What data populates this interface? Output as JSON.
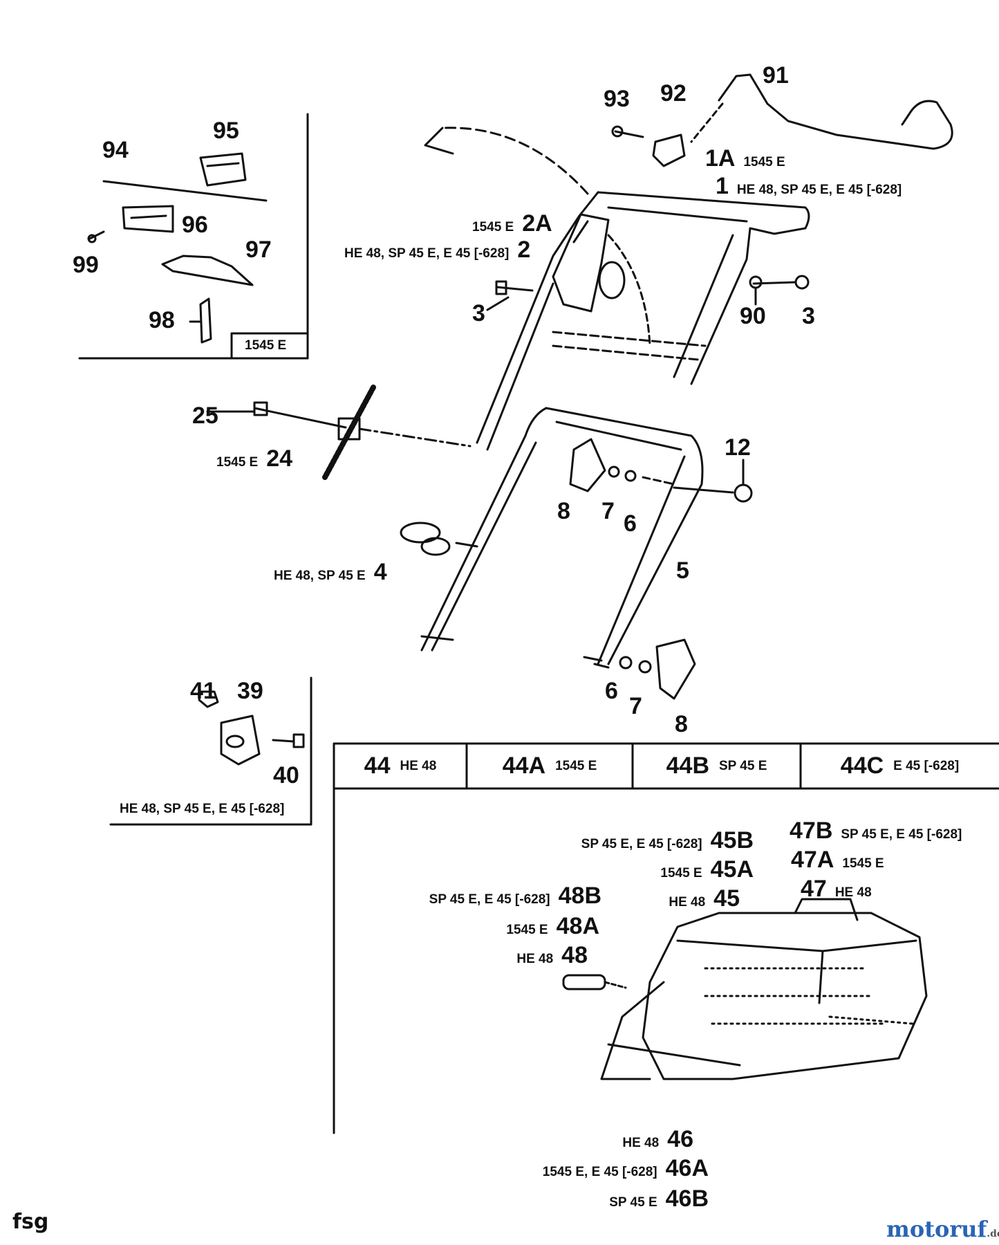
{
  "diagram": {
    "callouts": [
      {
        "id": "91",
        "num": "91"
      },
      {
        "id": "92",
        "num": "92"
      },
      {
        "id": "93",
        "num": "93"
      },
      {
        "id": "1a",
        "num": "1A",
        "variant": "1545 E"
      },
      {
        "id": "1",
        "num": "1",
        "variant": "HE 48, SP 45 E, E 45 [-628]"
      },
      {
        "id": "2a",
        "num": "2A",
        "variant": "1545 E"
      },
      {
        "id": "2",
        "num": "2",
        "variant": "HE 48, SP 45 E, E 45 [-628]"
      },
      {
        "id": "3a",
        "num": "3"
      },
      {
        "id": "3b",
        "num": "3"
      },
      {
        "id": "90",
        "num": "90"
      },
      {
        "id": "25",
        "num": "25"
      },
      {
        "id": "24",
        "num": "24",
        "variant": "1545 E"
      },
      {
        "id": "12",
        "num": "12"
      },
      {
        "id": "8a",
        "num": "8"
      },
      {
        "id": "7a",
        "num": "7"
      },
      {
        "id": "6a",
        "num": "6"
      },
      {
        "id": "4",
        "num": "4",
        "variant": "HE 48, SP 45 E"
      },
      {
        "id": "5",
        "num": "5"
      },
      {
        "id": "6b",
        "num": "6"
      },
      {
        "id": "7b",
        "num": "7"
      },
      {
        "id": "8b",
        "num": "8"
      },
      {
        "id": "94",
        "num": "94"
      },
      {
        "id": "95",
        "num": "95"
      },
      {
        "id": "96",
        "num": "96"
      },
      {
        "id": "97",
        "num": "97"
      },
      {
        "id": "98",
        "num": "98"
      },
      {
        "id": "99",
        "num": "99"
      },
      {
        "id": "41",
        "num": "41"
      },
      {
        "id": "39",
        "num": "39"
      },
      {
        "id": "40",
        "num": "40"
      },
      {
        "id": "45b",
        "num": "45B",
        "variant": "SP 45 E, E 45 [-628]"
      },
      {
        "id": "45a",
        "num": "45A",
        "variant": "1545 E"
      },
      {
        "id": "45",
        "num": "45",
        "variant": "HE 48"
      },
      {
        "id": "47b",
        "num": "47B",
        "variant": "SP 45 E, E 45 [-628]"
      },
      {
        "id": "47a",
        "num": "47A",
        "variant": "1545 E"
      },
      {
        "id": "47",
        "num": "47",
        "variant": "HE 48"
      },
      {
        "id": "48b",
        "num": "48B",
        "variant": "SP 45 E, E 45 [-628]"
      },
      {
        "id": "48a",
        "num": "48A",
        "variant": "1545 E"
      },
      {
        "id": "48",
        "num": "48",
        "variant": "HE 48"
      },
      {
        "id": "46",
        "num": "46",
        "variant": "HE 48"
      },
      {
        "id": "46a",
        "num": "46A",
        "variant": "1545 E, E 45 [-628]"
      },
      {
        "id": "46b",
        "num": "46B",
        "variant": "SP 45 E"
      }
    ],
    "inset_labels": {
      "top_left": "1545 E",
      "clamp": "HE 48, SP 45 E, E 45 [-628]"
    },
    "grass_catcher_table": [
      {
        "num": "44",
        "variant": "HE 48"
      },
      {
        "num": "44A",
        "variant": "1545 E"
      },
      {
        "num": "44B",
        "variant": "SP 45 E"
      },
      {
        "num": "44C",
        "variant": "E 45 [-628]"
      }
    ],
    "corner_code": "fsg",
    "watermark": {
      "main": "motoruf",
      "suffix": ".de"
    },
    "colors": {
      "ink": "#111111",
      "watermark_m": "#2a64b5",
      "watermark_o": "#d63b2a"
    }
  }
}
